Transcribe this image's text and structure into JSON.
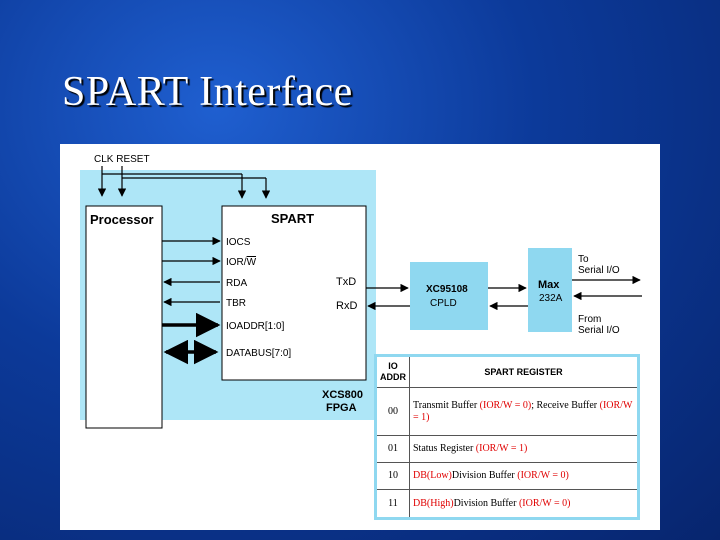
{
  "slide": {
    "title": "SPART Interface"
  },
  "diagram": {
    "clk_reset": "CLK RESET",
    "processor": "Processor",
    "spart": "SPART",
    "spart_ports": [
      "IOCS",
      "IOR/",
      "W",
      "RDA",
      "TBR",
      "IOADDR[1:0]",
      "DATABUS[7:0]"
    ],
    "txd": "TxD",
    "rxd": "RxD",
    "fpga_line1": "XCS800",
    "fpga_line2": "FPGA",
    "cpld_line1": "XC95108",
    "cpld_line2": "CPLD",
    "max_line1": "Max",
    "max_line2": "232A",
    "to_line1": "To",
    "to_line2": "Serial I/O",
    "from_line1": "From",
    "from_line2": "Serial I/O",
    "colors": {
      "fpga_fill": "#aee6f7",
      "chip_fill": "#8fd8f0"
    }
  },
  "register_table": {
    "header_addr": "IO ADDR",
    "header_reg": "SPART REGISTER",
    "rows": [
      {
        "addr": "00",
        "desc": "Transmit Buffer",
        "code_a": "(IOR/W = 0)",
        "mid": "; Receive Buffer",
        "code_b": "(IOR/W = 1)"
      },
      {
        "addr": "01",
        "desc": "Status Register",
        "code": "(IOR/W = 1)"
      },
      {
        "addr": "10",
        "pre": "DB(Low)",
        "desc": "Division Buffer",
        "code": "(IOR/W = 0)"
      },
      {
        "addr": "11",
        "pre": "DB(High)",
        "desc": "Division Buffer",
        "code": "(IOR/W = 0)"
      }
    ]
  }
}
